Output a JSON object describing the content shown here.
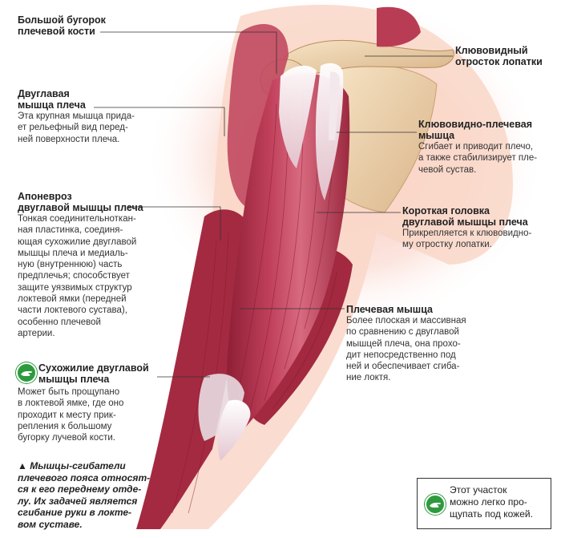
{
  "labels": {
    "greater_tubercle": {
      "title": "Большой бугорок\nплечевой кости"
    },
    "coracoid_process": {
      "title": "Клювовидный\nотросток лопатки"
    },
    "biceps": {
      "title": "Двуглавая\nмышца плеча",
      "desc": "Эта крупная мышца прида-\nет рельефный вид перед-\nней поверхности плеча."
    },
    "coracobrachialis": {
      "title": "Клювовидно-плечевая\nмышца",
      "desc": "Сгибает и приводит плечо,\nа также стабилизирует пле-\nчевой сустав."
    },
    "aponeurosis": {
      "title": "Апоневроз\nдвуглавой мышцы плеча",
      "desc": "Тонкая соединительноткан-\nная пластинка, соединя-\nющая сухожилие двуглавой\nмышцы плеча и медиаль-\nную (внутреннюю) часть\nпредплечья; способствует\nзащите уязвимых структур\nлоктевой ямки (передней\nчасти локтевого сустава),\nособенно плечевой\nартерии."
    },
    "short_head": {
      "title": "Короткая головка\nдвуглавой мышцы плеча",
      "desc": "Прикрепляется к клювовидно-\nму отростку лопатки."
    },
    "brachialis": {
      "title": "Плечевая мышца",
      "desc": "Более плоская и массивная\nпо сравнению с двуглавой\nмышцей плеча, она прохо-\nдит непосредственно под\nней и обеспечивает сгиба-\nние локтя."
    },
    "biceps_tendon": {
      "title": "Сухожилие двуглавой\nмышцы плеча",
      "desc": "Может быть прощупано\nв локтевой ямке, где оно\nпроходит к месту прик-\nрепления к большому\nбугорку лучевой кости."
    }
  },
  "caption": "▲ Мышцы-сгибатели\nплечевого пояса относят-\nся к его переднему отде-\nлу. Их задачей является\nсгибание руки в локте-\nвом суставе.",
  "legend": {
    "text": "Этот участок\nможно легко про-\nщупать под кожей."
  },
  "colors": {
    "skin": "#f7c9b4",
    "muscle": "#b5324b",
    "muscle_light": "#d9607a",
    "tendon": "#eef0f5",
    "bone": "#efd6b0",
    "badge": "#2e9a3e"
  },
  "icons": {
    "palpable": "touch-hand-icon"
  }
}
